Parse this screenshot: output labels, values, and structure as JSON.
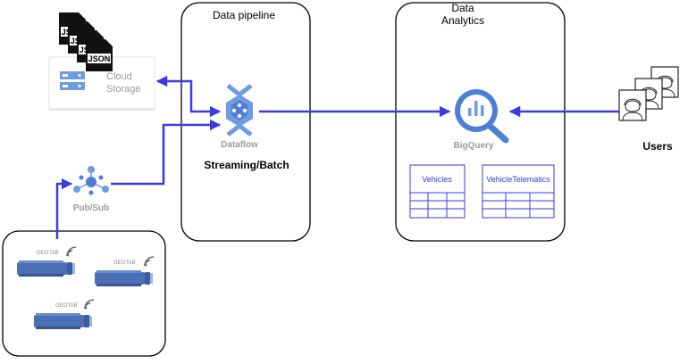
{
  "pipeline": {
    "title": "Data pipeline"
  },
  "analytics": {
    "title_line1": "Data",
    "title_line2": "Analytics"
  },
  "storage": {
    "label_line1": "Cloud",
    "label_line2": "Storage"
  },
  "json_files": [
    "JSON",
    "JSON",
    "JSON",
    "JSON"
  ],
  "dataflow": {
    "label": "Dataflow",
    "mode": "Streaming/Batch"
  },
  "pubsub": {
    "label": "Pub/Sub"
  },
  "bigquery": {
    "label": "BigQuery"
  },
  "tables": {
    "vehicles": "Vehicles",
    "telematics": "VehicleTelematics"
  },
  "users": {
    "label": "Users"
  },
  "vehicles": {
    "brand": "GEOTAB"
  },
  "colors": {
    "arrow": "#3a3ae0",
    "gcp_blue": "#6f9be0",
    "gcp_dark": "#4d7fd6",
    "table_line": "#3a3ae0",
    "vehicle": "#4a6fb5",
    "gray_text": "#9a9a9a"
  },
  "icons": [
    "file-json-icon",
    "cloud-storage-icon",
    "dataflow-icon",
    "pubsub-icon",
    "bigquery-icon",
    "user-icon",
    "wifi-icon",
    "vehicle-icon"
  ]
}
